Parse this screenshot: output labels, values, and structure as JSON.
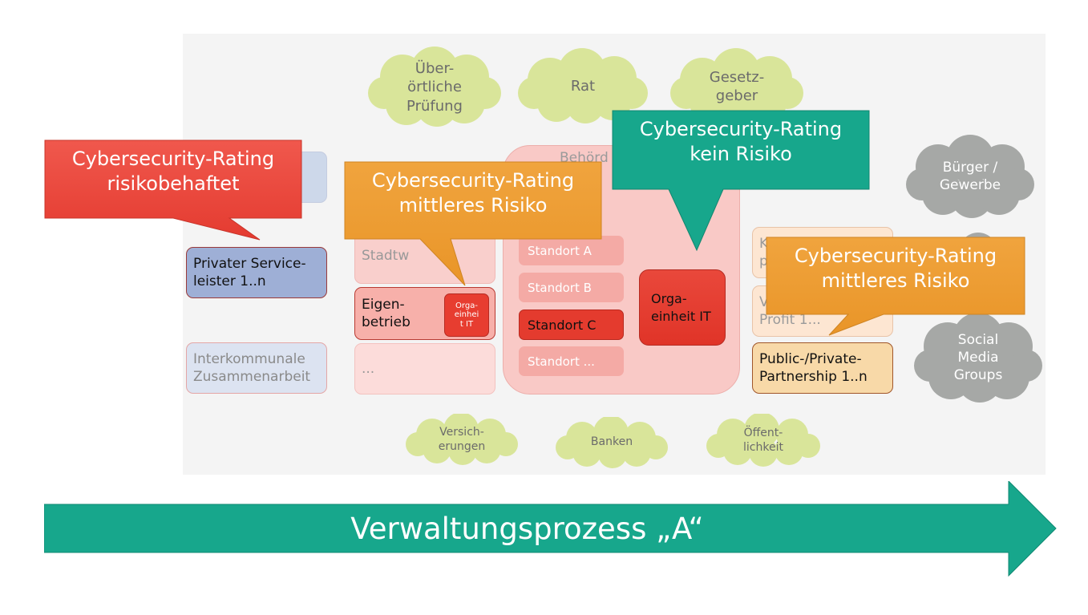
{
  "clouds_top": [
    {
      "text": "Über-\nörtliche\nPrüfung"
    },
    {
      "text": "Rat"
    },
    {
      "text": "Gesetz-\ngeber"
    }
  ],
  "clouds_bottom": [
    {
      "text": "Versich-\nerungen"
    },
    {
      "text": "Banken"
    },
    {
      "text": "Öffent-\nlichkeit"
    }
  ],
  "clouds_right": [
    {
      "text": "Bürger /\nGewerbe"
    },
    {
      "text": "Social\nMedia\nGroups"
    }
  ],
  "left_column": {
    "private_provider": "Privater Service-\nleister 1..n",
    "intermunicipal": "Interkommunale\nZusammenarbeit"
  },
  "middle_column": {
    "stadtwerke_partial": "Stadtw",
    "eigenbetrieb": "Eigen-\nbetrieb",
    "orga_small": "Orga-\neinhei\nt IT",
    "ellipsis": "..."
  },
  "authority": {
    "title_partial": "Behörd",
    "locations": [
      "Standort A",
      "Standort B",
      "Standort C",
      "Standort ..."
    ],
    "orga": "Orga-\neinheit IT"
  },
  "right_column": {
    "partial_1": "K\np",
    "partial_2": "V\nProfit 1...",
    "ppp": "Public-/Private-\nPartnership 1..n"
  },
  "callouts": {
    "red": "Cybersecurity-Rating\nrisikobehaftet",
    "orange_middle": "Cybersecurity-Rating\nmittleres Risiko",
    "teal": "Cybersecurity-Rating\nkein Risiko",
    "orange_right": "Cybersecurity-Rating\nmittleres Risiko"
  },
  "process_arrow": {
    "label": "Verwaltungsprozess „A“"
  },
  "colors": {
    "green_cloud": "#d9e59a",
    "grey_cloud": "#a6a8a6",
    "red_callout": "#e8473c",
    "orange_callout": "#eb9b30",
    "teal": "#17a78c"
  }
}
